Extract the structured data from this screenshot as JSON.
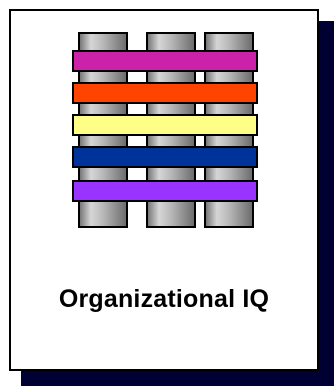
{
  "card": {
    "title": "Organizational IQ"
  },
  "logo": {
    "icon": "woven-stripes-icon",
    "column_count": 3,
    "row_count": 5,
    "column_color": "#8f8f8f",
    "column_highlight": "#d2d2d2",
    "row_colors": [
      "#cc22aa",
      "#ff4400",
      "#ffff88",
      "#003399",
      "#9933ff"
    ]
  }
}
